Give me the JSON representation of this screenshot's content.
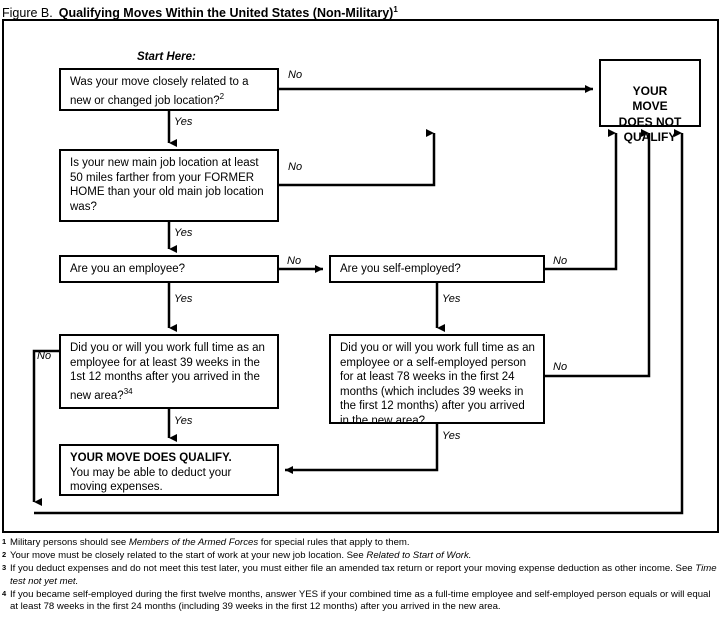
{
  "title": {
    "label": "Figure B.",
    "name": "Qualifying Moves Within the United States (Non-Military)",
    "superscript": "1"
  },
  "flowchart": {
    "start_label": "Start Here:",
    "boxes": {
      "q1": {
        "text": "Was your move closely related to a new or changed job location?",
        "superscript": "2"
      },
      "q2": {
        "text": "Is your new main job location at least 50 miles farther from your FORMER HOME than your old main job location was?"
      },
      "q3a": {
        "text": "Are you an employee?"
      },
      "q3b": {
        "text": "Are you self-employed?"
      },
      "q4a": {
        "text": "Did you or will you work full time as an employee for at least 39 weeks in the 1st 12 months after you arrived in the new area?",
        "superscript": "34"
      },
      "q4b": {
        "text": "Did you or will you work full time as an employee or a self-employed person for at least 78 weeks in the first 24 months (which includes 39 weeks in the first 12 months) after you arrived in the new area?"
      },
      "qualify": {
        "headline": "YOUR MOVE DOES QUALIFY.",
        "text": "You may be able to deduct your moving expenses."
      },
      "not_qualify": {
        "text": "YOUR\nMOVE\nDOES NOT\nQUALIFY"
      }
    },
    "edges": {
      "q1_no": "No",
      "q1_yes": "Yes",
      "q2_no": "No",
      "q2_yes": "Yes",
      "q3a_no": "No",
      "q3a_yes": "Yes",
      "q3b_no": "No",
      "q3b_yes": "Yes",
      "q4a_no": "No",
      "q4a_yes": "Yes",
      "q4b_no": "No",
      "q4b_yes": "Yes"
    }
  },
  "footnotes": [
    {
      "marker": "1",
      "parts": [
        {
          "text": "Military persons should see ",
          "italic": false
        },
        {
          "text": "Members of the Armed Forces",
          "italic": true
        },
        {
          "text": " for special rules that apply to them.",
          "italic": false
        }
      ]
    },
    {
      "marker": "2",
      "parts": [
        {
          "text": "Your move must be closely related to the start of work at your new job location. See ",
          "italic": false
        },
        {
          "text": "Related to Start of Work.",
          "italic": true
        }
      ]
    },
    {
      "marker": "3",
      "parts": [
        {
          "text": "If you deduct expenses and do not meet this test later, you must either file an amended tax return or report your moving expense deduction as other income. See ",
          "italic": false
        },
        {
          "text": "Time test not yet met.",
          "italic": true
        }
      ]
    },
    {
      "marker": "4",
      "parts": [
        {
          "text": "If you became self-employed during the first twelve months, answer YES if your combined time as a full-time employee and self-employed person equals or will equal at least 78 weeks in the first 24 months (including 39 weeks in the first 12 months) after you arrived in the new area.",
          "italic": false
        }
      ]
    }
  ],
  "colors": {
    "stroke": "#000000",
    "background": "#ffffff"
  }
}
